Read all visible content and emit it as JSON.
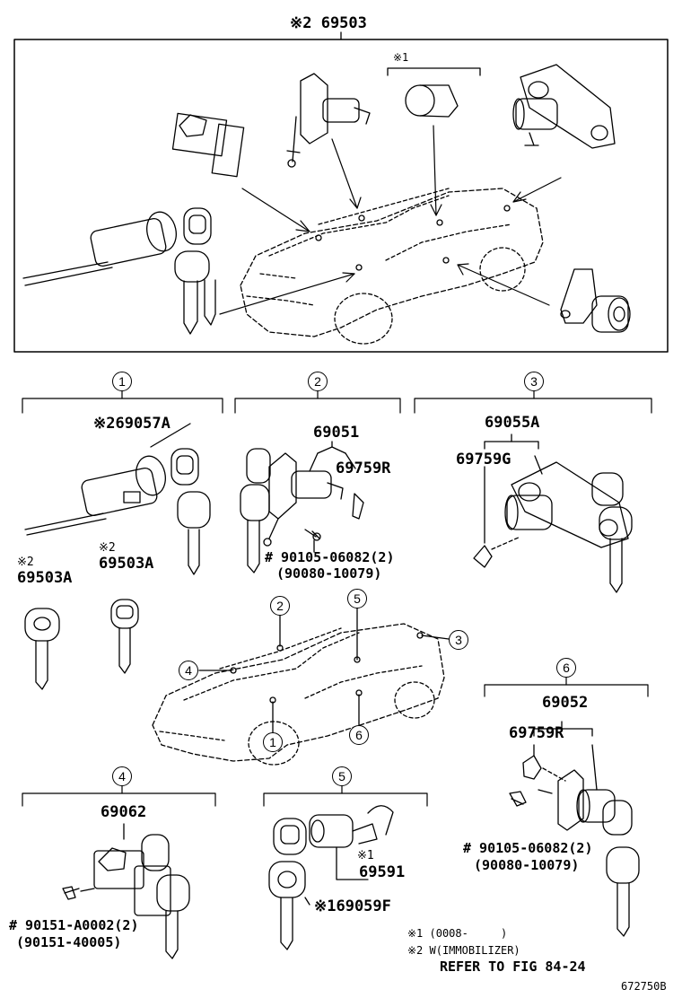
{
  "top": {
    "title": "※2 69503",
    "note1": "※1"
  },
  "groups": {
    "g1": {
      "num": "1",
      "part": "※269057A",
      "key_a_mark": "※2",
      "key_a": "69503A",
      "key_b_mark": "※2",
      "key_b": "69503A"
    },
    "g2": {
      "num": "2",
      "part": "69051",
      "sub": "69759R",
      "bolt1": "# 90105-06082(2)",
      "bolt2": "(90080-10079)"
    },
    "g3": {
      "num": "3",
      "part": "69055A",
      "sub": "69759G"
    },
    "g4": {
      "num": "4",
      "part": "69062",
      "bolt1": "# 90151-A0002(2)",
      "bolt2": "(90151-40005)"
    },
    "g5": {
      "num": "5",
      "mark": "※1",
      "sub": "69591",
      "part": "※169059F"
    },
    "g6": {
      "num": "6",
      "part": "69052",
      "sub": "69759R",
      "bolt1": "# 90105-06082(2)",
      "bolt2": "(90080-10079)"
    }
  },
  "car_callouts": [
    "2",
    "5",
    "3",
    "4",
    "1",
    "6"
  ],
  "legend": {
    "line1": "※1 (0008-     )",
    "line2": "※2 W(IMMOBILIZER)",
    "refer": "REFER TO FIG 84-24"
  },
  "figure_id": "672750B"
}
